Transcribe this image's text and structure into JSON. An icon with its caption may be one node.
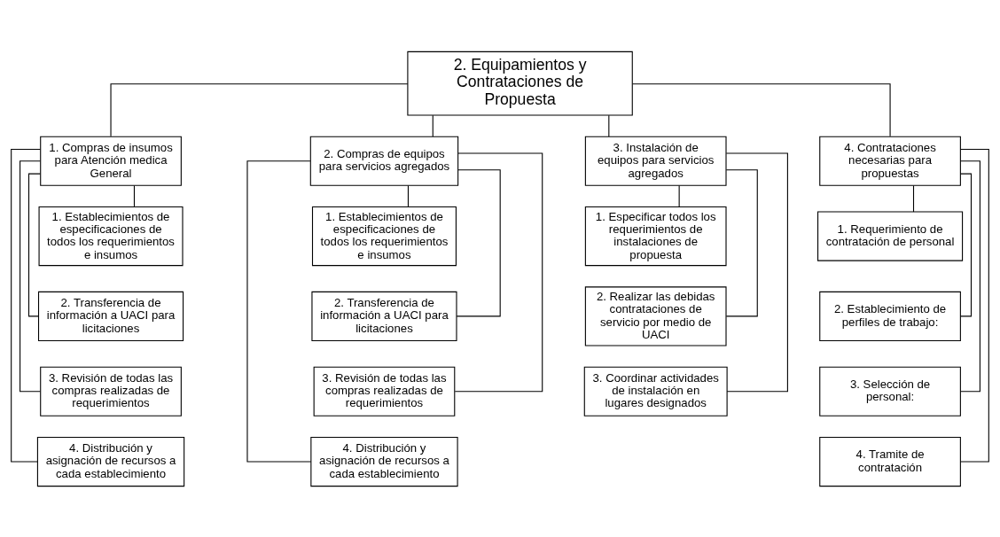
{
  "diagram": {
    "nodes": [
      {
        "text": [
          "2. Equipamientos y Contrataciones de Propuesta"
        ]
      },
      {
        "text": [
          "1. Compras de insumos para Atención medica General"
        ]
      },
      {
        "text": [
          "1. Establecimientos de especificaciones de todos los requerimientos e insumos"
        ]
      },
      {
        "text": [
          "2. Transferencia de información a UACI para licitaciones"
        ]
      },
      {
        "text": [
          "3. Revisión de todas las compras realizadas de requerimientos"
        ]
      },
      {
        "text": [
          "4. Distribución y asignación de recursos a cada establecimiento"
        ]
      },
      {
        "text": [
          "2. Compras de equipos para servicios agregados"
        ]
      },
      {
        "text": [
          "1. Establecimientos de especificaciones de todos los requerimientos e insumos"
        ]
      },
      {
        "text": [
          "2. Transferencia de información a UACI para licitaciones"
        ]
      },
      {
        "text": [
          "3. Revisión de todas las compras realizadas de requerimientos"
        ]
      },
      {
        "text": [
          "4. Distribución y asignación de recursos a cada establecimiento"
        ]
      },
      {
        "text": [
          "3. Instalación de equipos para servicios agregados"
        ]
      },
      {
        "text": [
          "1. Especificar todos los requerimientos de instalaciones de propuesta"
        ]
      },
      {
        "text": [
          "2. Realizar las debidas contrataciones de servicio por medio de UACI"
        ]
      },
      {
        "text": [
          "3. Coordinar actividades de instalación en lugares designados"
        ]
      },
      {
        "text": [
          "4. Contrataciones necesarias para propuestas"
        ]
      },
      {
        "text": [
          "1. Requerimiento de contratación de personal"
        ]
      },
      {
        "text": [
          "2. Establecimiento de perfiles de trabajo:"
        ]
      },
      {
        "text": [
          "3. Selección de personal:"
        ]
      },
      {
        "text": [
          "4. Tramite de contratación"
        ]
      }
    ],
    "edges": [
      {
        "from": 0,
        "to": 1,
        "arrow": "none"
      },
      {
        "from": 0,
        "to": 6,
        "arrow": "none"
      },
      {
        "from": 0,
        "to": 11,
        "arrow": "none"
      },
      {
        "from": 0,
        "to": 15,
        "arrow": "none"
      },
      {
        "from": 1,
        "to": 2,
        "arrow": "none"
      },
      {
        "from": 1,
        "to": 3,
        "arrow": "none"
      },
      {
        "from": 1,
        "to": 4,
        "arrow": "none"
      },
      {
        "from": 1,
        "to": 5,
        "arrow": "none"
      },
      {
        "from": 6,
        "to": 7,
        "arrow": "none"
      },
      {
        "from": 6,
        "to": 8,
        "arrow": "none"
      },
      {
        "from": 6,
        "to": 9,
        "arrow": "none"
      },
      {
        "from": 6,
        "to": 10,
        "arrow": "none"
      },
      {
        "from": 11,
        "to": 12,
        "arrow": "none"
      },
      {
        "from": 11,
        "to": 13,
        "arrow": "none"
      },
      {
        "from": 11,
        "to": 14,
        "arrow": "none"
      },
      {
        "from": 15,
        "to": 16,
        "arrow": "none"
      },
      {
        "from": 15,
        "to": 17,
        "arrow": "none"
      },
      {
        "from": 15,
        "to": 18,
        "arrow": "none"
      },
      {
        "from": 15,
        "to": 19,
        "arrow": "none"
      }
    ]
  }
}
